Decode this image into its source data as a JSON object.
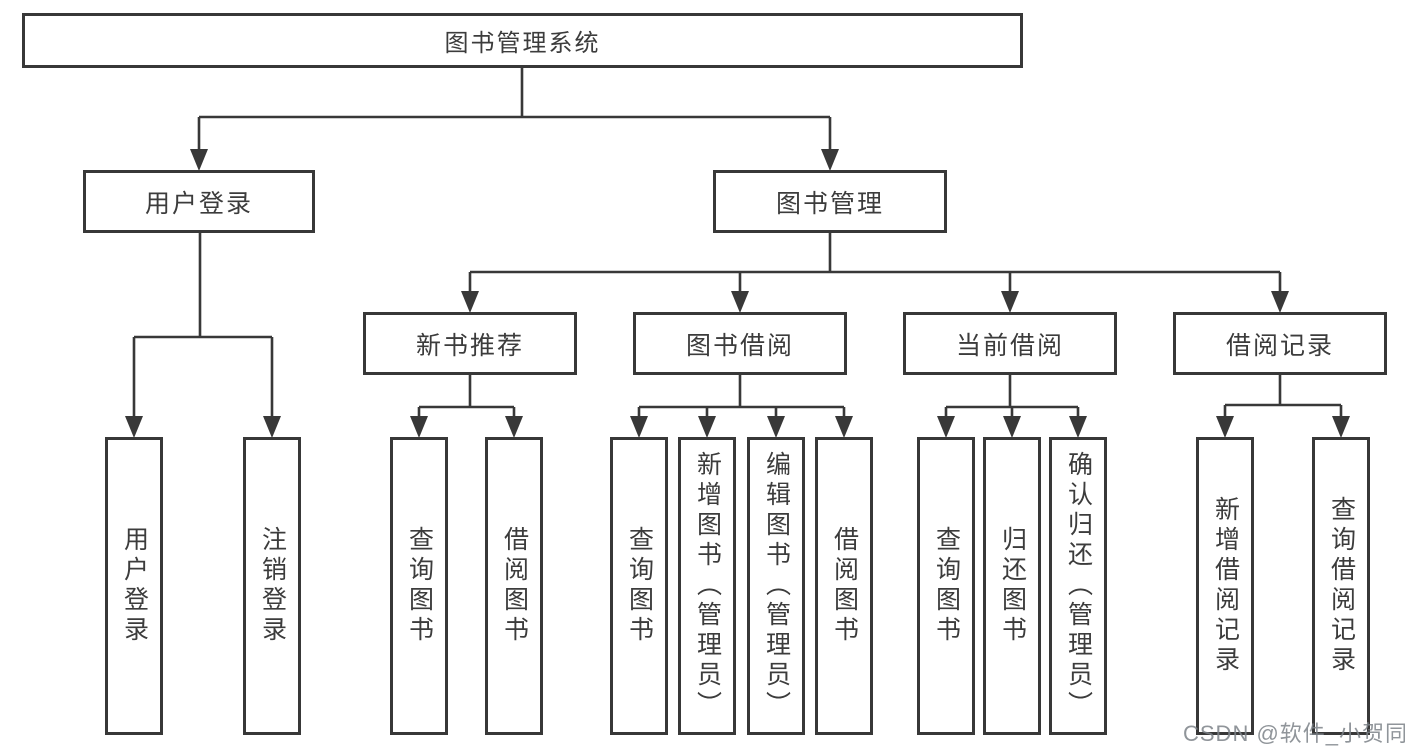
{
  "diagram": {
    "type": "hierarchy-tree",
    "root": {
      "label": "图书管理系统"
    },
    "branches": [
      {
        "id": "user-login",
        "label": "用户登录",
        "children": [
          {
            "label": "用户登录"
          },
          {
            "label": "注销登录"
          }
        ]
      },
      {
        "id": "book-management",
        "label": "图书管理",
        "children": [
          {
            "id": "new-book-recommend",
            "label": "新书推荐",
            "children": [
              {
                "label": "查询图书"
              },
              {
                "label": "借阅图书"
              }
            ]
          },
          {
            "id": "book-borrowing",
            "label": "图书借阅",
            "children": [
              {
                "label": "查询图书"
              },
              {
                "label": "新增图书（管理员）"
              },
              {
                "label": "编辑图书（管理员）"
              },
              {
                "label": "借阅图书"
              }
            ]
          },
          {
            "id": "current-borrowing",
            "label": "当前借阅",
            "children": [
              {
                "label": "查询图书"
              },
              {
                "label": "归还图书"
              },
              {
                "label": "确认归还（管理员）"
              }
            ]
          },
          {
            "id": "borrowing-records",
            "label": "借阅记录",
            "children": [
              {
                "label": "新增借阅记录"
              },
              {
                "label": "查询借阅记录"
              }
            ]
          }
        ]
      }
    ]
  },
  "watermark": "CSDN @软件_小贺同学",
  "colors": {
    "line": "#383838",
    "text": "#3c3c3c",
    "background": "#ffffff",
    "watermark": "#7d8288"
  }
}
